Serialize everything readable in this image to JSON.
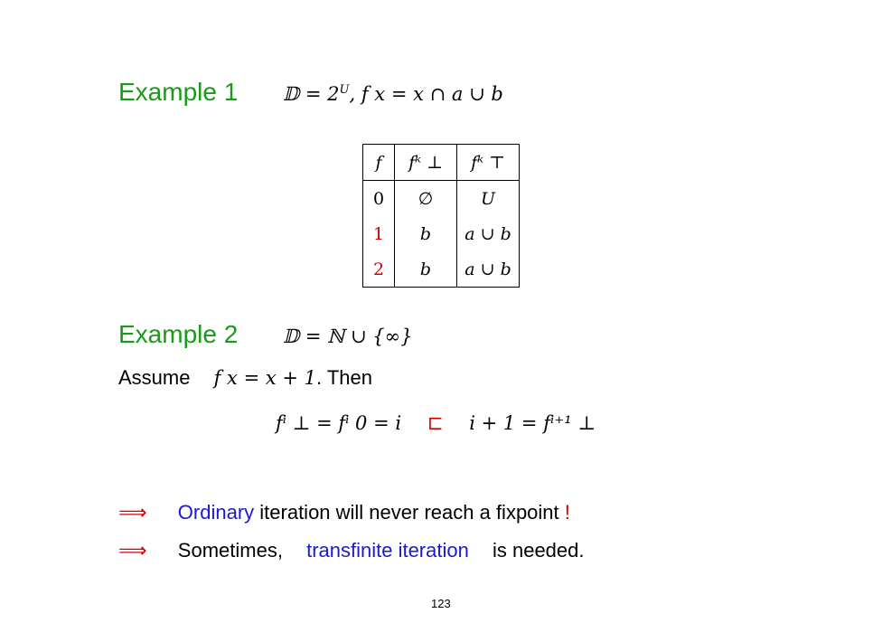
{
  "example1": {
    "title": "Example 1",
    "formula_domain": "𝔻 = 2",
    "formula_domain_sup": "U",
    "formula_def": ",   f x = x ∩ a ∪ b"
  },
  "table": {
    "headers": [
      "f",
      "fᵏ ⊥",
      "fᵏ ⊤"
    ],
    "rows": [
      {
        "k": "0",
        "bottom": "∅",
        "top": "U",
        "k_color": "#000000"
      },
      {
        "k": "1",
        "bottom": "b",
        "top": "a ∪ b",
        "k_color": "#d40000"
      },
      {
        "k": "2",
        "bottom": "b",
        "top": "a ∪ b",
        "k_color": "#d40000"
      }
    ]
  },
  "example2": {
    "title": "Example 2",
    "formula": "𝔻 = ℕ ∪ {∞}"
  },
  "assume_line": {
    "label": "Assume",
    "formula": "f x = x + 1",
    "suffix": ". Then"
  },
  "chain": {
    "left": "fⁱ ⊥ = fⁱ 0 = i",
    "relation": "⊏",
    "right": "i + 1 = fⁱ⁺¹ ⊥"
  },
  "conclusion1": {
    "arrow": "⟹",
    "highlight": "Ordinary",
    "rest": " iteration will never reach a fixpoint",
    "mark": "!"
  },
  "conclusion2": {
    "arrow": "⟹",
    "lead": "Sometimes,",
    "highlight": "transfinite iteration",
    "rest": "is needed."
  },
  "page_number": "123",
  "colors": {
    "green": "#1a9a1a",
    "blue": "#1919d6",
    "red": "#d40000"
  }
}
